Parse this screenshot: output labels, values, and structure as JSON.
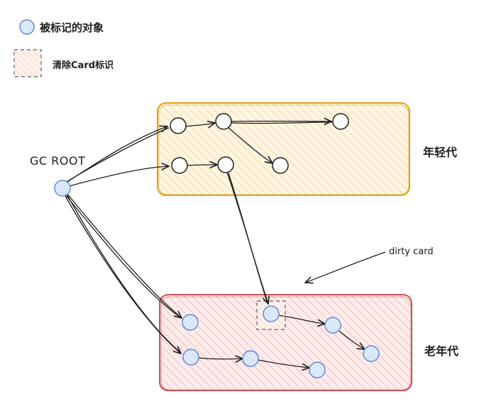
{
  "legend": {
    "marked_label": "被标记的对象",
    "clear_card_label": "清除Card标识"
  },
  "labels": {
    "gc_root": "GC ROOT",
    "young_gen": "年轻代",
    "old_gen": "老年代",
    "dirty_card": "dirty card"
  },
  "colors": {
    "young_fill": "#fde7b8",
    "young_stroke": "#e0a21a",
    "old_fill": "#f9d2cf",
    "old_stroke": "#c9555a",
    "marked_fill": "#dbe7fb",
    "marked_stroke": "#5a8ad6",
    "card_stroke": "#777777"
  }
}
